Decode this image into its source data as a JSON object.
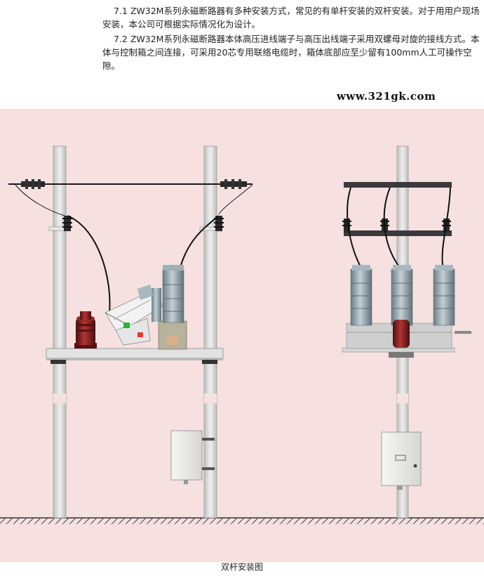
{
  "document": {
    "section_7_1": "7.1 ZW32M系列永磁断路器有多种安装方式，常见的有单杆安装的双杆安装。对于用用户现场安装，本公司可根据实际情况化为设计。",
    "section_7_2": "7.2 ZW32M系列永磁断路器本体高压进线端子与高压出线端子采用双螺母对旋的接线方式。本体与控制箱之间连接，可采用20芯专用联络电缆时，箱体底部应至少留有100mm人工可操作空隙。"
  },
  "watermark": "www.321gk.com",
  "figure": {
    "caption": "双杆安装图",
    "colors": {
      "background": "#f5dede",
      "pole": "#d9d9d9",
      "crossarm": "#dedede",
      "insulator": "#8a9ba5",
      "ct": "#7a1a1a",
      "cable": "#1a1a1a",
      "box": "#efefec"
    },
    "components": [
      "pole-left-a",
      "pole-left-b",
      "pole-right",
      "breaker-single",
      "breaker-three-phase",
      "control-box-left",
      "control-box-right",
      "ground-line"
    ]
  }
}
